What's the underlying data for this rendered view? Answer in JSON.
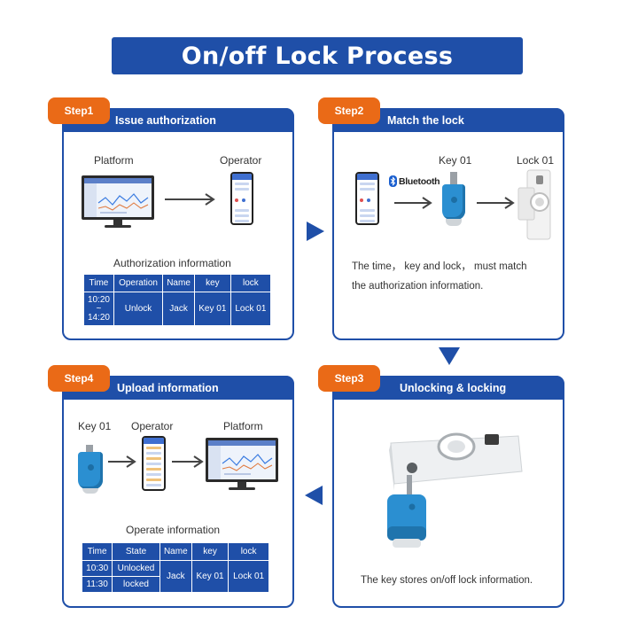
{
  "title": "On/off Lock Process",
  "colors": {
    "primary": "#1f4fa8",
    "accent": "#ea6a17",
    "key_blue": "#2b8fd1"
  },
  "steps": [
    {
      "badge": "Step1",
      "title": "Issue authorization",
      "labels": {
        "platform": "Platform",
        "operator": "Operator"
      },
      "table_title": "Authorization information",
      "table": {
        "headers": [
          "Time",
          "Operation",
          "Name",
          "key",
          "lock"
        ],
        "time_lines": [
          "10:20",
          "~",
          "14:20"
        ],
        "operation": "Unlock",
        "name": "Jack",
        "key": "Key 01",
        "lock": "Lock 01"
      }
    },
    {
      "badge": "Step2",
      "title": "Match the lock",
      "labels": {
        "bluetooth": "Bluetooth",
        "key": "Key 01",
        "lock": "Lock 01"
      },
      "note_lines": [
        "The time， key and lock， must match",
        "the authorization information."
      ]
    },
    {
      "badge": "Step3",
      "title": "Unlocking &  locking",
      "note": "The key stores on/off lock information."
    },
    {
      "badge": "Step4",
      "title": "Upload information",
      "labels": {
        "key": "Key 01",
        "operator": "Operator",
        "platform": "Platform"
      },
      "table_title": "Operate information",
      "table": {
        "headers": [
          "Time",
          "State",
          "Name",
          "key",
          "lock"
        ],
        "rows": [
          {
            "time": "10:30",
            "state": "Unlocked"
          },
          {
            "time": "11:30",
            "state": "locked"
          }
        ],
        "name": "Jack",
        "key": "Key 01",
        "lock": "Lock 01"
      }
    }
  ]
}
